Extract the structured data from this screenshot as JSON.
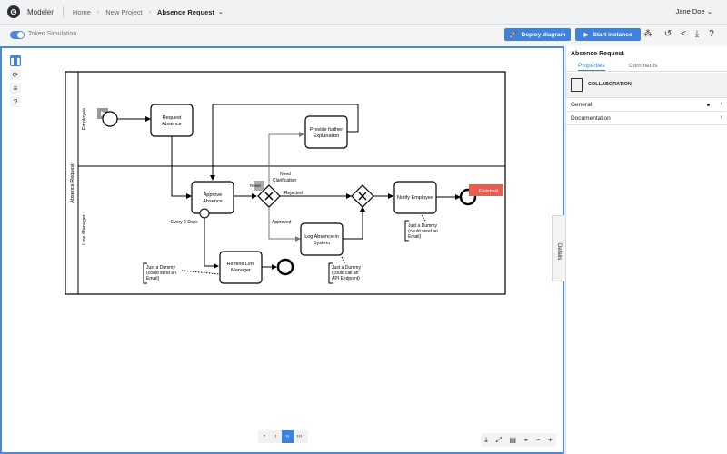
{
  "header": {
    "app_name": "Modeler",
    "breadcrumbs": [
      "Home",
      "New Project"
    ],
    "current": "Absence Request",
    "user": "Jane Doe"
  },
  "toolbar": {
    "toggle_label": "Token Simulation",
    "deploy_label": "Deploy diagram",
    "start_label": "Start instance"
  },
  "diagram": {
    "pool": "Absence Request",
    "lane_top": "Employee",
    "lane_bottom": "Line Manager",
    "task_request": [
      "Request",
      "Absence"
    ],
    "task_approve": [
      "Approve",
      "Absence"
    ],
    "task_explain": [
      "Provide further",
      "Explanation"
    ],
    "task_log": [
      "Log Absence in",
      "System"
    ],
    "task_notify": "Notify Employee",
    "task_remind": [
      "Remind Line",
      "Manager"
    ],
    "label_need": [
      "Need",
      "Clarification"
    ],
    "label_rejected": "Rejected",
    "label_approved": "Approved",
    "label_every": "Every 2 Days",
    "label_reset": "Reset",
    "finished": "Finished",
    "note_send1": [
      "Just a Dummy",
      "(could send an",
      "Email)"
    ],
    "note_api": [
      "Just a Dummy",
      "(could call an",
      "API Endpoint)"
    ],
    "note_send2": [
      "Just a Dummy",
      "(could send an",
      "Email)"
    ]
  },
  "panel": {
    "title": "Absence Request",
    "tabs": [
      "Properties",
      "Comments"
    ],
    "collab": "COLLABORATION",
    "groups": [
      "General",
      "Documentation"
    ]
  },
  "details_tab": "Details",
  "colors": {
    "accent": "#3d83de",
    "finished": "#e85d4f"
  }
}
